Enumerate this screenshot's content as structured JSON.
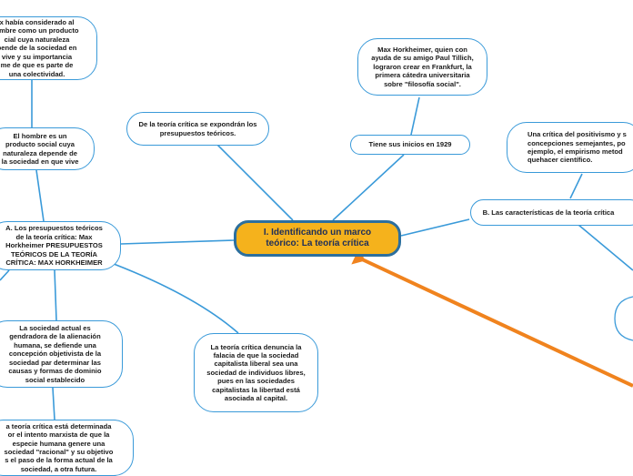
{
  "central": {
    "label": "I. Identificando un marco teórico: La teoría crítica"
  },
  "nodes": {
    "teoria_critica_se_expondran": "De la teoría crítica se expondrán los presupuestos teóricos.",
    "tiene_inicios": "Tiene sus inicios en 1929",
    "horkheimer_ayuda": "Max Horkheimer, quien con ayuda de su amigo Paul Tillich, lograron crear en Frankfurt, la primera cátedra universitaria sobre \"filosofía social\".",
    "caracteristicas": "B. Las características de la teoría crítica",
    "critica_positivismo": "Una crítica del positivismo y s\nconcepciones semejantes, po\nejemplo, el empirismo metod\nquehacer científico.",
    "presupuestos": "A. Los presupuestos teóricos\nde la teoría crítica: Max\nHorkheimer PRESUPUESTOS\nTEÓRICOS DE LA TEORÍA\nCRÍTICA: MAX HORKHEIMER",
    "hombre_producto_social": "El hombre es un\nproducto social cuya\nnaturaleza depende de\nla sociedad en que vive",
    "habia_considerado": "x había considerado al\nombre como un producto\ncial cuya naturaleza\npende de la sociedad en\nvive y su importancia\nme de que es parte de\nuna colectividad.",
    "sociedad_actual": "La sociedad actual es\ngendradora de la alienación\nhumana, se defiende una\nconcepción objetivista de la\nsociedad par determinar las\ncausas y formas de dominio\nsocial establecido",
    "teoria_denuncia": "La teoría crítica denuncia la falacia de que la sociedad capitalista liberal sea una sociedad de individuos libres, pues en las sociedades capitalistas la libertad está asociada al capital.",
    "teoria_determinada": "a teoría crítica está determinada\nor el intento marxista de que la\nespecie humana genere una\nsociedad \"racional\" y su objetivo\ns el paso de la forma actual de la\nsociedad, a otra futura.",
    "partial_right": ""
  },
  "colors": {
    "connector": "#3a9ad9",
    "central_fill": "#f5b21c",
    "central_border": "#2c6f9e",
    "arrow": "#f0831e"
  }
}
